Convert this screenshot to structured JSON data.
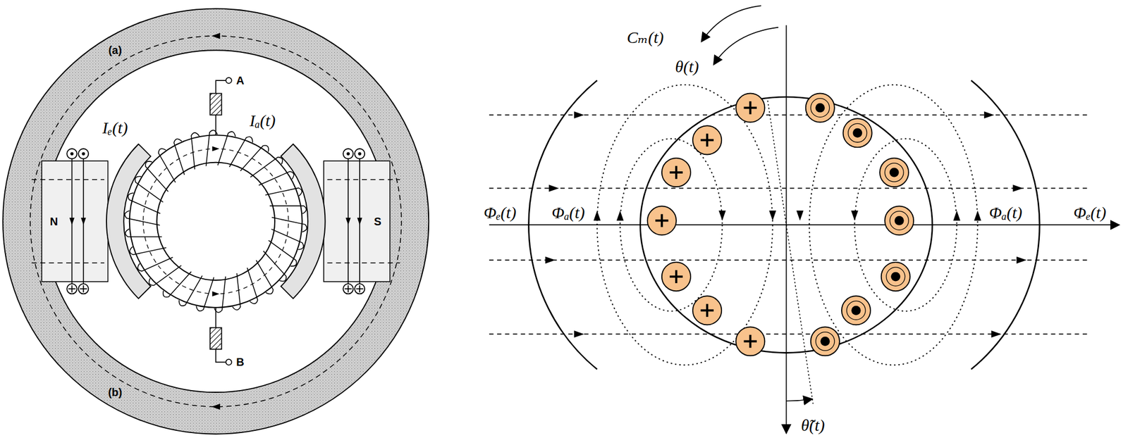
{
  "diagram": {
    "labels": [
      "(a)",
      "(b)",
      "Iₑ(t)",
      "Iₐ(t)",
      "A",
      "B",
      "N",
      "S",
      "Cₘ(t)",
      "θ(t)",
      "Φₑ(t)",
      "Φₐ(t)",
      "Φₐ(t)",
      "Φₑ(t)",
      "θ̃(t)"
    ]
  }
}
